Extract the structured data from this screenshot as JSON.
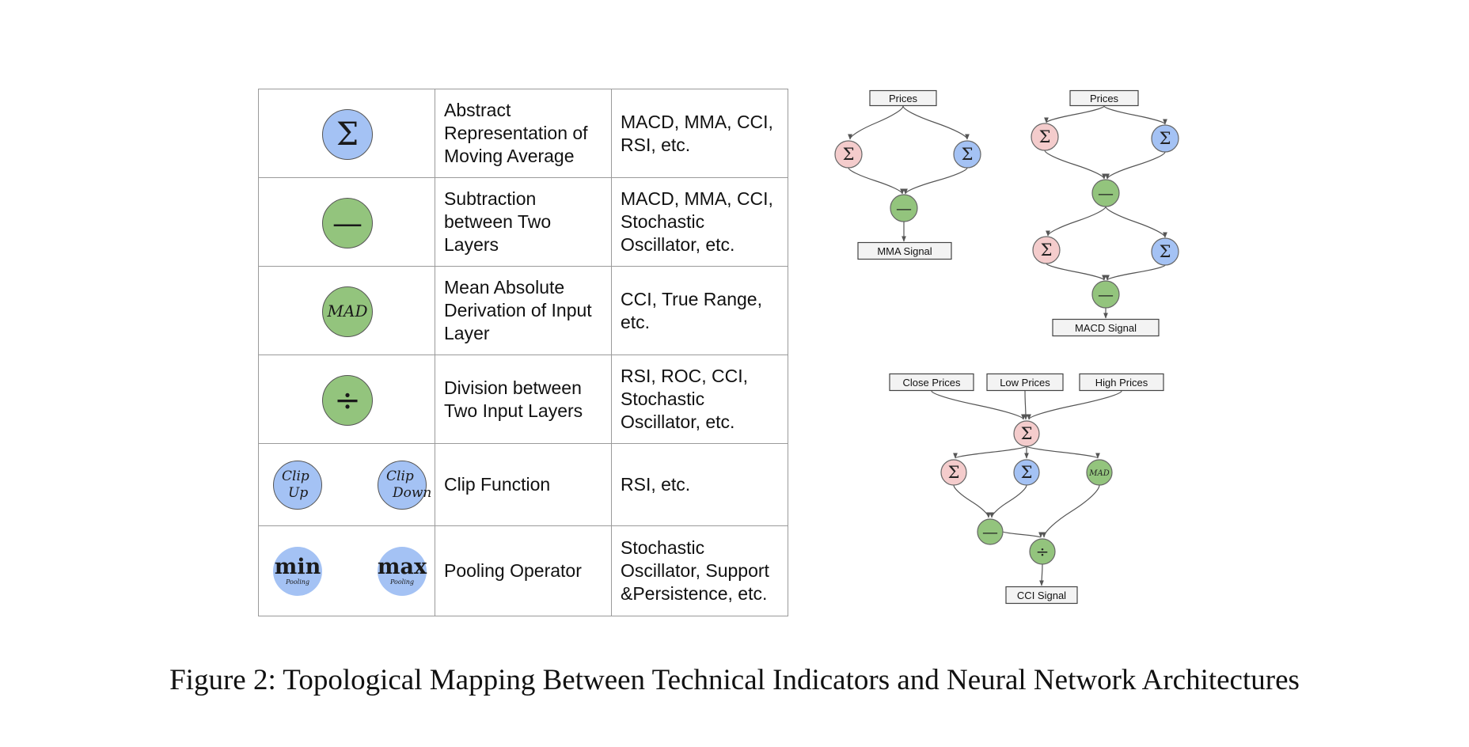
{
  "caption": "Figure 2: Topological Mapping Between Technical Indicators and Neural Network Architectures",
  "table": {
    "rows": [
      {
        "symbols": [
          {
            "glyph": "Σ",
            "color": "#a4c2f4",
            "kind": "sigma"
          }
        ],
        "description": "Abstract Representation of Moving Average",
        "indicators": "MACD, MMA, CCI, RSI, etc."
      },
      {
        "symbols": [
          {
            "glyph": "—",
            "color": "#93c47d",
            "kind": "minus"
          }
        ],
        "description": "Subtraction between Two Layers",
        "indicators": "MACD, MMA, CCI, Stochastic Oscillator, etc."
      },
      {
        "symbols": [
          {
            "glyph": "MAD",
            "color": "#93c47d",
            "kind": "mad"
          }
        ],
        "description": "Mean Absolute Derivation of Input Layer",
        "indicators": "CCI, True Range, etc."
      },
      {
        "symbols": [
          {
            "glyph": "÷",
            "color": "#93c47d",
            "kind": "div"
          }
        ],
        "description": "Division between Two Input Layers",
        "indicators": "RSI, ROC, CCI, Stochastic Oscillator, etc."
      },
      {
        "symbols": [
          {
            "glyph": "Clip Up",
            "line1": "Clip",
            "line2": "Up",
            "color": "#a4c2f4",
            "kind": "clip"
          },
          {
            "glyph": "Clip Down",
            "line1": "Clip",
            "line2": "Down",
            "color": "#a4c2f4",
            "kind": "clip"
          }
        ],
        "description": "Clip Function",
        "indicators": "RSI, etc."
      },
      {
        "symbols": [
          {
            "glyph": "min",
            "sub": "Pooling",
            "color": "#a4c2f4",
            "kind": "pool"
          },
          {
            "glyph": "max",
            "sub": "Pooling",
            "color": "#a4c2f4",
            "kind": "pool"
          }
        ],
        "description": "Pooling Operator",
        "indicators": "Stochastic Oscillator, Support &Persistence, etc."
      }
    ]
  },
  "diagrams": {
    "colors": {
      "pink": "#f4cccc",
      "blue": "#a4c2f4",
      "green": "#93c47d"
    },
    "mma": {
      "input": "Prices",
      "output": "MMA Signal"
    },
    "macd": {
      "input": "Prices",
      "output": "MACD Signal"
    },
    "cci": {
      "inputs": [
        "Close Prices",
        "Low Prices",
        "High Prices"
      ],
      "output": "CCI Signal"
    },
    "glyphs": {
      "sigma": "Σ",
      "minus": "—",
      "div": "÷",
      "mad": "MAD"
    }
  }
}
